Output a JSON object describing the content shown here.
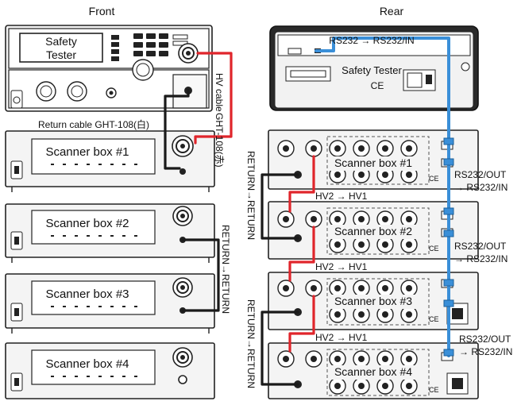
{
  "headers": {
    "front": "Front",
    "rear": "Rear"
  },
  "tester": {
    "front_label_line1": "Safety",
    "front_label_line2": "Tester",
    "rear_label": "Safety Tester"
  },
  "scanners": [
    {
      "label": "Scanner box #1"
    },
    {
      "label": "Scanner box #2"
    },
    {
      "label": "Scanner box #3"
    },
    {
      "label": "Scanner box #4"
    }
  ],
  "labels": {
    "hv_cable": "HV cable",
    "ght_red": "GHT-108(赤)",
    "return_cable": "Return cable  GHT-108(白)",
    "return_return": "RETURN→RETURN",
    "hv2_hv1": "HV2 → HV1",
    "rs232_top": "RS232 → RS232/IN",
    "rs232_out": "RS232/OUT",
    "rs232_in": "→ RS232/IN"
  },
  "colors": {
    "hv": "#e0252b",
    "return": "#1a1a1a",
    "rs232": "#3a8fd8"
  }
}
